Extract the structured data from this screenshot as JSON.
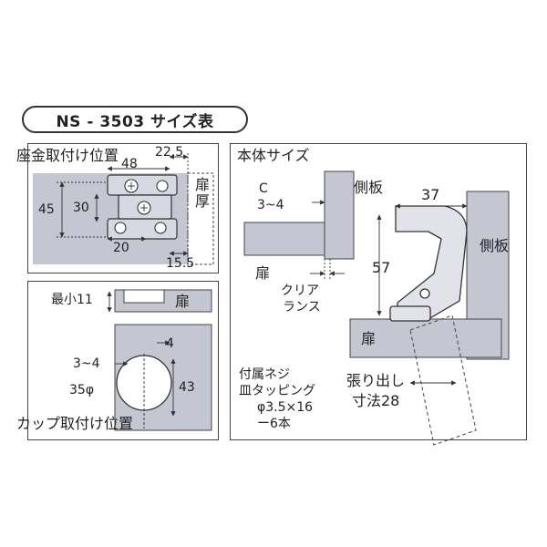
{
  "title": "NS - 3503 サイズ表",
  "plate_panel": {
    "heading": "座金取付け位置",
    "dims": {
      "d48": "48",
      "d22_5": "22.5",
      "d45": "45",
      "d30": "30",
      "d20": "20",
      "d15_5": "15.5"
    },
    "door_thickness": "扉厚"
  },
  "cup_panel": {
    "min_label": "最小11",
    "door": "扉",
    "d3_4": "3~4",
    "d4": "4",
    "cup_dia": "35φ",
    "d43": "43",
    "heading": "カップ取付け位置"
  },
  "body_panel": {
    "heading": "本体サイズ",
    "c_label": "C",
    "c_range": "3~4",
    "side_panel_1": "側板",
    "side_panel_2": "側板",
    "door_1": "扉",
    "door_2": "扉",
    "clearance_1": "クリア",
    "clearance_2": "ランス",
    "d37": "37",
    "d57": "57",
    "screw_1": "付属ネジ",
    "screw_2": "皿タッピング",
    "screw_3": "φ3.5×16",
    "screw_4": "ー6本",
    "overhang_1": "張り出し",
    "overhang_2": "寸法28"
  },
  "colors": {
    "fill": "#c4c6d2",
    "line": "#333333",
    "bg": "#ffffff"
  }
}
